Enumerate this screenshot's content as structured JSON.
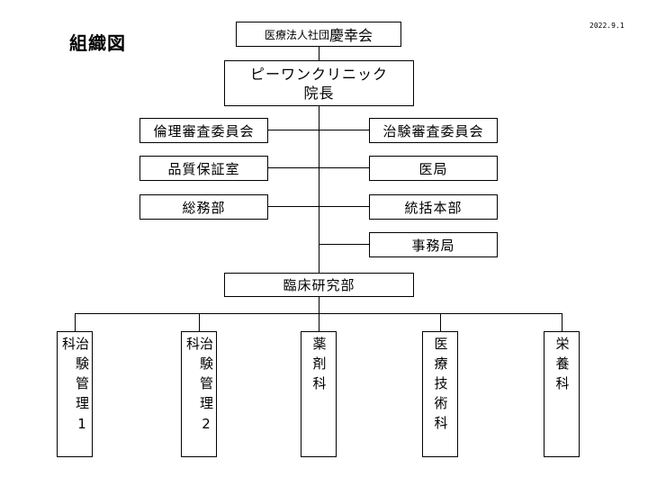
{
  "title": "組織図",
  "date": "2022.9.1",
  "org": {
    "prefix": "医療法人社団",
    "name": "慶幸会"
  },
  "clinic": {
    "name": "ピーワンクリニック",
    "role": "院長"
  },
  "left_units": [
    "倫理審査委員会",
    "品質保証室",
    "総務部"
  ],
  "right_units": [
    "治験審査委員会",
    "医局",
    "統括本部",
    "事務局"
  ],
  "research_dept": "臨床研究部",
  "sections": [
    "治験管理1科",
    "治験管理2科",
    "薬剤科",
    "医療技術科",
    "栄養科"
  ]
}
